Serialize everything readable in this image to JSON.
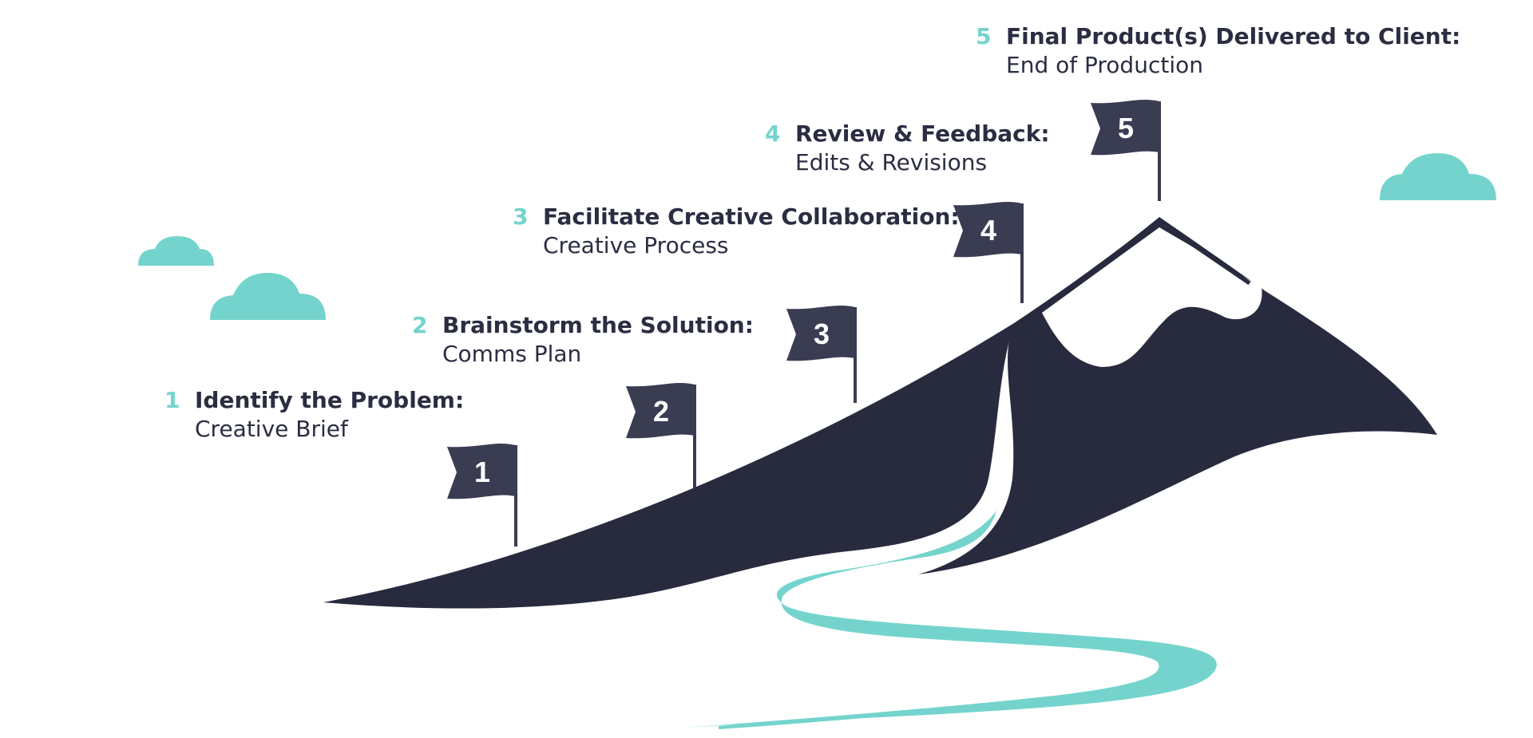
{
  "steps": [
    {
      "number": "1",
      "title": "Identify the Problem:",
      "subtitle": "Creative Brief"
    },
    {
      "number": "2",
      "title": "Brainstorm the Solution:",
      "subtitle": "Comms Plan"
    },
    {
      "number": "3",
      "title": "Facilitate Creative Collaboration:",
      "subtitle": "Creative Process"
    },
    {
      "number": "4",
      "title": "Review & Feedback:",
      "subtitle": "Edits & Revisions"
    },
    {
      "number": "5",
      "title": "Final Product(s) Delivered to Client:",
      "subtitle": "End of Production"
    }
  ],
  "flags": [
    "1",
    "2",
    "3",
    "4",
    "5"
  ],
  "colors": {
    "mountain": "#282a3e",
    "flag": "#3a3c52",
    "accent": "#74d4cd",
    "text": "#2b2d42"
  }
}
